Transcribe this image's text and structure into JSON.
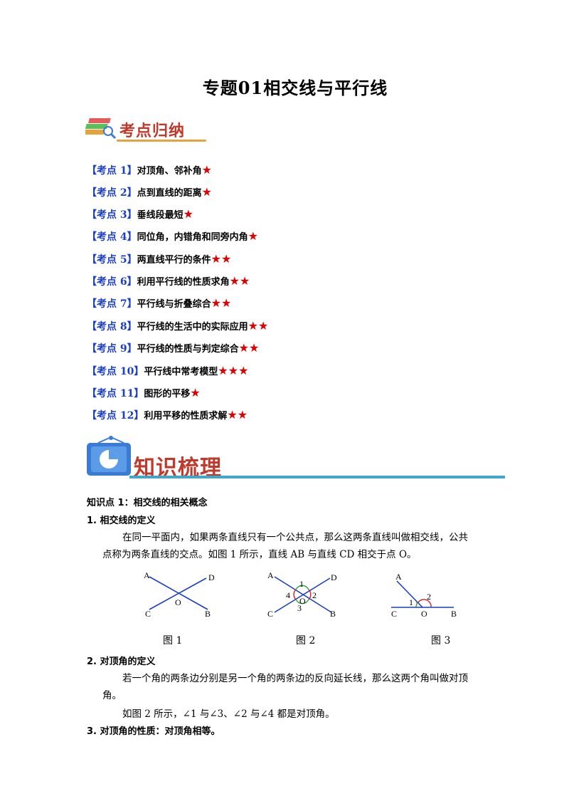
{
  "title": "专题01相交线与平行线",
  "section1_title": "考点归纳",
  "kaodian": [
    {
      "tag": "【考点 1】",
      "text": "对顶角、邻补角",
      "stars": "★"
    },
    {
      "tag": "【考点 2】",
      "text": "点到直线的距离",
      "stars": "★"
    },
    {
      "tag": "【考点 3】",
      "text": "垂线段最短",
      "stars": "★"
    },
    {
      "tag": "【考点 4】",
      "text": "同位角，内错角和同旁内角",
      "stars": "★"
    },
    {
      "tag": "【考点 5】",
      "text": "两直线平行的条件",
      "stars": "★★"
    },
    {
      "tag": "【考点 6】",
      "text": "利用平行线的性质求角",
      "stars": "★★"
    },
    {
      "tag": "【考点 7】",
      "text": "平行线与折叠综合",
      "stars": "★★"
    },
    {
      "tag": "【考点 8】",
      "text": "平行线的生活中的实际应用",
      "stars": "★★"
    },
    {
      "tag": "【考点 9】",
      "text": "平行线的性质与判定综合",
      "stars": "★★"
    },
    {
      "tag": "【考点 10】",
      "text": "平行线中常考模型",
      "stars": "★★★"
    },
    {
      "tag": "【考点 11】",
      "text": "图形的平移",
      "stars": "★"
    },
    {
      "tag": "【考点 12】",
      "text": "利用平移的性质求解",
      "stars": "★★"
    }
  ],
  "section2_title": "知识梳理",
  "knowledge": {
    "point1": "知识点 1：相交线的相关概念",
    "h1": "1.  相交线的定义",
    "p1a": "在同一平面内，如果两条直线只有一个公共点，那么这两条直线叫做相交线，公共",
    "p1b": "点称为两条直线的交点。如图 1 所示，直线 AB 与直线 CD 相交于点 O。",
    "h2": "2.  对顶角的定义",
    "p2a": "若一个角的两条边分别是另一个角的两条边的反向延长线，那么这两个角叫做对顶",
    "p2b": "角。",
    "p2c": "如图 2 所示，∠1 与∠3、∠2 与∠4 都是对顶角。",
    "h3": "3.  对顶角的性质：对顶角相等。"
  },
  "figures": {
    "fig1": {
      "caption": "图 1",
      "A": "A",
      "B": "B",
      "C": "C",
      "D": "D",
      "O": "O"
    },
    "fig2": {
      "caption": "图 2",
      "A": "A",
      "B": "B",
      "C": "C",
      "D": "D",
      "O": "O",
      "n1": "1",
      "n2": "2",
      "n3": "3",
      "n4": "4"
    },
    "fig3": {
      "caption": "图 3",
      "A": "A",
      "B": "B",
      "C": "C",
      "O": "O",
      "n1": "1",
      "n2": "2"
    }
  },
  "colors": {
    "tag": "#1a3ec4",
    "star": "#e00000",
    "heading": "#c0392b",
    "rule": "#3fa7c8"
  }
}
